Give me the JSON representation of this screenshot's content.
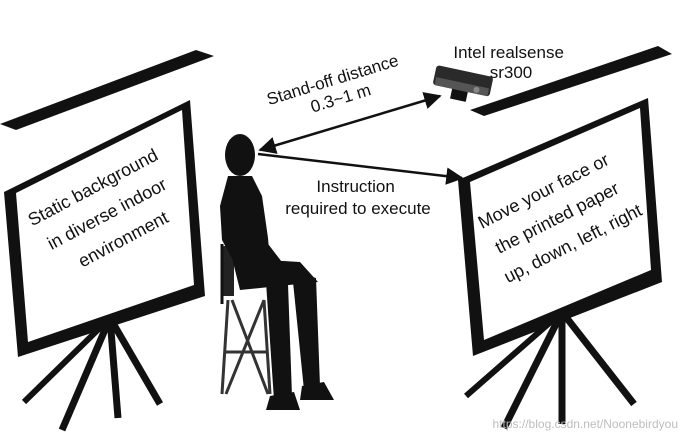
{
  "left_board": {
    "lines": [
      "Static background",
      "in diverse indoor",
      "environment"
    ]
  },
  "right_board": {
    "lines": [
      "Move your face or",
      "the printed paper",
      "up, down, left, right"
    ]
  },
  "camera": {
    "label_line1": "Intel realsense",
    "label_line2": "sr300"
  },
  "standoff": {
    "line1": "Stand-off distance",
    "line2": "0.3~1 m"
  },
  "instruction": {
    "line1": "Instruction",
    "line2": "required to execute"
  },
  "watermark": "https://blog.csdn.net/Noonebirdyou",
  "colors": {
    "ink": "#111111",
    "board_fill": "#ffffff",
    "watermark": "#bdbdbd"
  }
}
